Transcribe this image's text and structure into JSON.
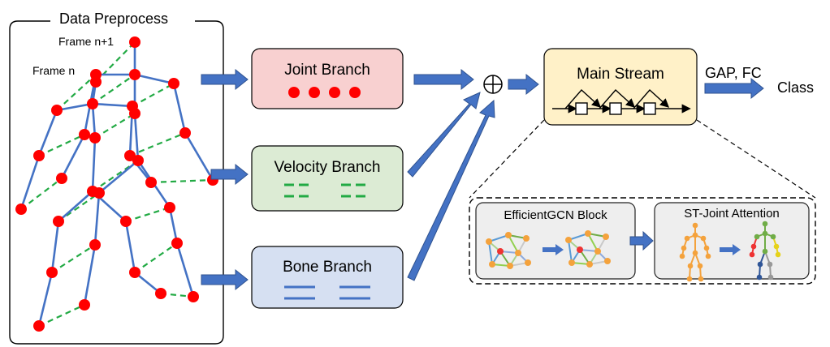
{
  "preprocess": {
    "title": "Data Preprocess",
    "frame_next_label": "Frame n+1",
    "frame_label": "Frame n"
  },
  "branches": {
    "joint": {
      "label": "Joint Branch",
      "color": "#f8d0d0",
      "symbol": "red-dots"
    },
    "velocity": {
      "label": "Velocity Branch",
      "color": "#dcebd4",
      "symbol": "green-dashes"
    },
    "bone": {
      "label": "Bone Branch",
      "color": "#d6e0f2",
      "symbol": "blue-lines"
    }
  },
  "fusion_symbol": "⊕",
  "main_stream": {
    "label": "Main Stream",
    "color": "#fff1c8"
  },
  "output": {
    "gap_fc_label": "GAP, FC",
    "class_label": "Class"
  },
  "detail": {
    "efficientgcn_label": "EfficientGCN Block",
    "st_joint_label": "ST-Joint Attention"
  },
  "colors": {
    "joint_red": "#ff0000",
    "bone_blue": "#4472c4",
    "dashed_green": "#22aa44",
    "arrow_blue": "#4472c4"
  }
}
